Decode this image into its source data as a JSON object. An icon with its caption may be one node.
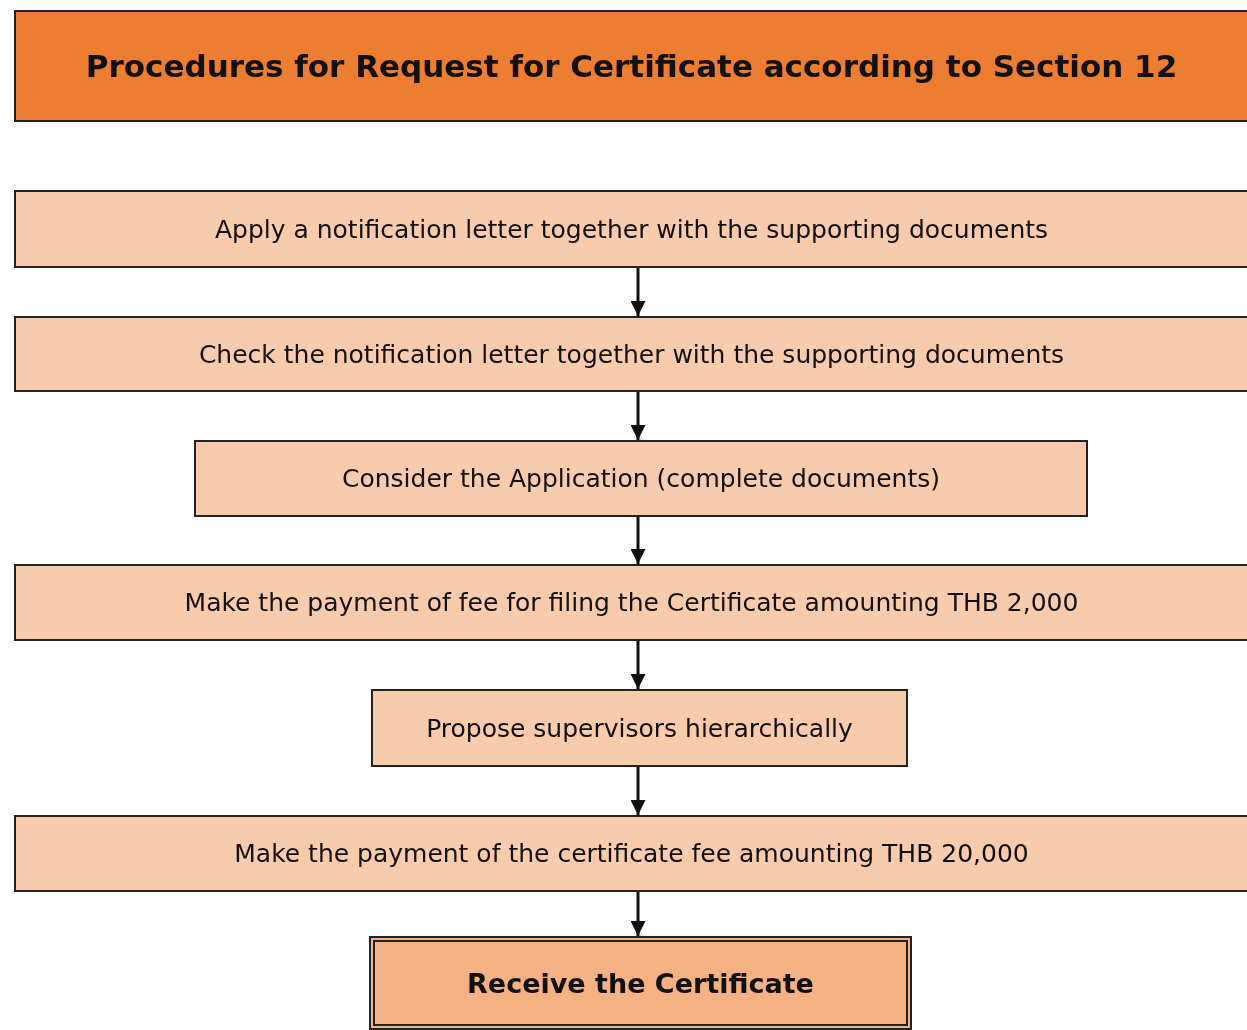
{
  "diagram": {
    "title": "Procedures for Request for Certificate according to Section 12",
    "nodes": [
      {
        "text": [
          "Apply a notification letter together with the supporting documents"
        ]
      },
      {
        "text": [
          "Check the notification letter together with the supporting documents"
        ]
      },
      {
        "text": [
          "Consider the Application (complete documents)"
        ]
      },
      {
        "text": [
          "Make the payment of fee for filing the Certificate amounting THB 2,000"
        ]
      },
      {
        "text": [
          "Propose supervisors hierarchically"
        ]
      },
      {
        "text": [
          "Make the payment of the certificate fee amounting THB 20,000"
        ]
      },
      {
        "text": [
          "Receive the Certificate"
        ]
      }
    ],
    "edges": [
      {
        "from": 0,
        "to": 1,
        "arrow": "to"
      },
      {
        "from": 1,
        "to": 2,
        "arrow": "to"
      },
      {
        "from": 2,
        "to": 3,
        "arrow": "to"
      },
      {
        "from": 3,
        "to": 4,
        "arrow": "to"
      },
      {
        "from": 4,
        "to": 5,
        "arrow": "to"
      },
      {
        "from": 5,
        "to": 6,
        "arrow": "to"
      }
    ]
  }
}
